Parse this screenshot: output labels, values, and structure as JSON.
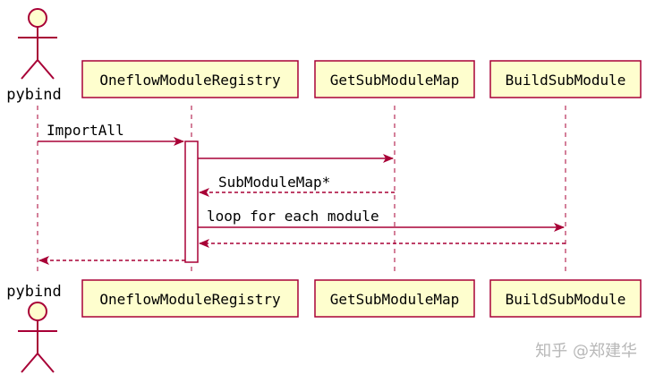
{
  "participants": {
    "actor": {
      "name": "pybind"
    },
    "registry": {
      "name": "OneflowModuleRegistry"
    },
    "map": {
      "name": "GetSubModuleMap"
    },
    "builder": {
      "name": "BuildSubModule"
    }
  },
  "messages": [
    {
      "from": "pybind",
      "to": "OneflowModuleRegistry",
      "label": "ImportAll",
      "kind": "call"
    },
    {
      "from": "OneflowModuleRegistry",
      "to": "GetSubModuleMap",
      "label": "",
      "kind": "call"
    },
    {
      "from": "GetSubModuleMap",
      "to": "OneflowModuleRegistry",
      "label": "SubModuleMap*",
      "kind": "return"
    },
    {
      "from": "OneflowModuleRegistry",
      "to": "BuildSubModule",
      "label": "loop for each module",
      "kind": "call"
    },
    {
      "from": "BuildSubModule",
      "to": "OneflowModuleRegistry",
      "label": "",
      "kind": "return"
    },
    {
      "from": "OneflowModuleRegistry",
      "to": "pybind",
      "label": "",
      "kind": "return"
    }
  ],
  "watermark": "知乎 @郑建华",
  "colors": {
    "line": "#a80036",
    "box_fill": "#fefece",
    "box_stroke": "#a80036",
    "activation_fill": "#ffffff"
  }
}
